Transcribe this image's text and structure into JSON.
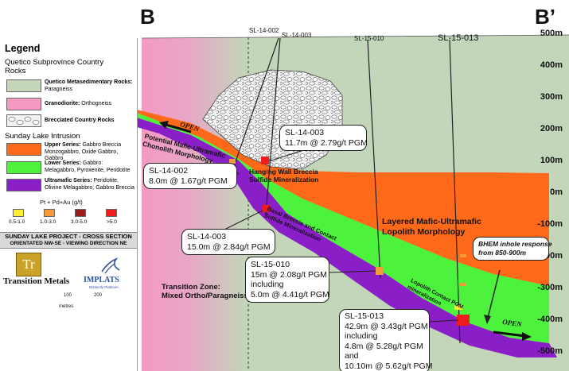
{
  "section": {
    "left_label": "B",
    "right_label": "B’"
  },
  "legend": {
    "title": "Legend",
    "group1_heading": "Quetico Subprovince Country Rocks",
    "metased_name": "Quetico Metasedimentary Rocks:",
    "metased_desc": "Paragneiss",
    "granodiorite_name": "Granodiorite:",
    "granodiorite_desc": "Orthogneiss",
    "breccia_name": "Brecciated Country Rocks",
    "group2_heading": "Sunday Lake Intrusion",
    "upper_name": "Upper Series:",
    "upper_desc": "Gabbro Breccia Monzogabbro, Oxide Gabbro, Gabbro",
    "lower_name": "Lower Series:",
    "lower_desc": "Gabbro: Melagabbro, Pyroxenite, Peridotite",
    "ultramafic_name": "Ultramafic Series:",
    "ultramafic_desc": "Peridotite, Olivine Melagabbro, Gabbro Breccia",
    "grade_title": "Pt + Pd+Au (g/t)",
    "grades": [
      "0.5-1.0",
      "1.0-3.0",
      "3.0-5.0",
      ">5.0"
    ],
    "project_title": "SUNDAY LAKE PROJECT - CROSS SECTION",
    "orientation": "ORIENTATED NW-SE - VIEWING DIRECTION NE",
    "logo_left_mark": "Tr",
    "logo_left_text": "Transition Metals",
    "logo_right_text": "IMPLATS",
    "logo_right_sub": "Distinctly Platinum",
    "scale_ticks": [
      "100",
      "200"
    ],
    "scale_unit": "metres"
  },
  "colors": {
    "metased": "#c3d6b9",
    "granodiorite": "#f49ac3",
    "upper": "#ff6a1a",
    "lower": "#4cf23c",
    "ultramafic": "#8a1fc7",
    "grade1": "#ffee33",
    "grade2": "#f39a3a",
    "grade3": "#9c1c1c",
    "grade4": "#ee1c1c"
  },
  "depths": [
    "500m",
    "400m",
    "300m",
    "200m",
    "100m",
    "0m",
    "-100m",
    "-200m",
    "-300m",
    "-400m",
    "-500m"
  ],
  "holes": {
    "h1": "SL-14-002",
    "h2": "SL-14-003",
    "h3": "SL-15-010",
    "h4": "SL-15-013"
  },
  "labels": {
    "open_upper": "OPEN",
    "open_lower": "OPEN",
    "chonolith": "Potential Mafic-Ultramafic Chonolith Morphology",
    "hanging_wall": "Hanging Wall Breccia Sulfide Mineralization",
    "basal": "Basal Breccia and Contact Sulfide Mineralization",
    "layered": "Layered Mafic-Ultramafic Lopolith Morphology",
    "lopolith_contact": "Lopolith Contact PGM mineralization",
    "transition1": "Transition Zone:",
    "transition2": "Mixed Ortho/Paragneiss"
  },
  "callouts": {
    "c1": {
      "id": "SL-14-003",
      "l1": "11.7m @ 2.79g/t PGM"
    },
    "c2": {
      "id": "SL-14-002",
      "l1": "8.0m @ 1.67g/t PGM"
    },
    "c3": {
      "id": "SL-14-003",
      "l1": "15.0m @ 2.84g/t PGM"
    },
    "c4": {
      "id": "SL-15-010",
      "l1": "15m @ 2.08g/t PGM",
      "l2": "including",
      "l3": "5.0m @ 4.41g/t PGM"
    },
    "c5": {
      "id": "SL-15-013",
      "l1": "42.9m @ 3.43g/t PGM",
      "l2": "including",
      "l3": "4.8m @ 5.28g/t PGM",
      "l4": "and",
      "l5": "10.10m @ 5.62g/t PGM"
    },
    "bhem": {
      "l1": "BHEM inhole response",
      "l2": "from 850-900m"
    }
  }
}
